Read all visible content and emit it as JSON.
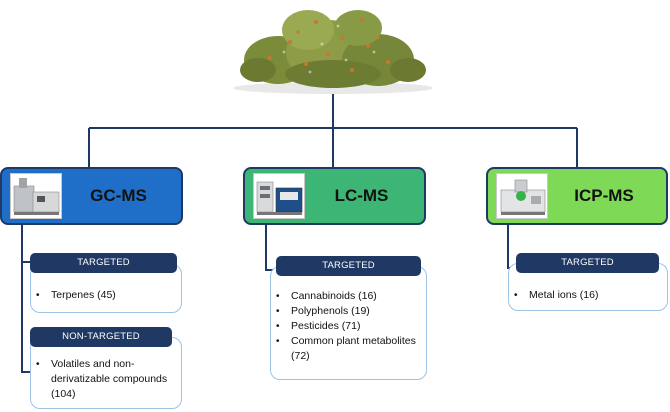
{
  "techniques": [
    {
      "name": "GC-MS",
      "color": "#1f6fc8",
      "image_icon": "gc-ms-instrument-icon",
      "groups": [
        {
          "label": "TARGETED",
          "items": [
            "Terpenes (45)"
          ]
        },
        {
          "label": "NON-TARGETED",
          "items": [
            "Volatiles and non-derivatizable compounds (104)"
          ]
        }
      ]
    },
    {
      "name": "LC-MS",
      "color": "#3cb575",
      "image_icon": "lc-ms-instrument-icon",
      "groups": [
        {
          "label": "TARGETED",
          "items": [
            "Cannabinoids (16)",
            "Polyphenols (19)",
            "Pesticides (71)",
            "Common plant metabolites (72)"
          ]
        }
      ]
    },
    {
      "name": "ICP-MS",
      "color": "#7ed957",
      "image_icon": "icp-ms-instrument-icon",
      "groups": [
        {
          "label": "TARGETED",
          "items": [
            "Metal ions (16)"
          ]
        }
      ]
    }
  ],
  "top_image_icon": "cannabis-buds-icon",
  "colors": {
    "connector": "#1f3864",
    "pill": "#1f3864",
    "card_border": "#9dc3e6"
  }
}
